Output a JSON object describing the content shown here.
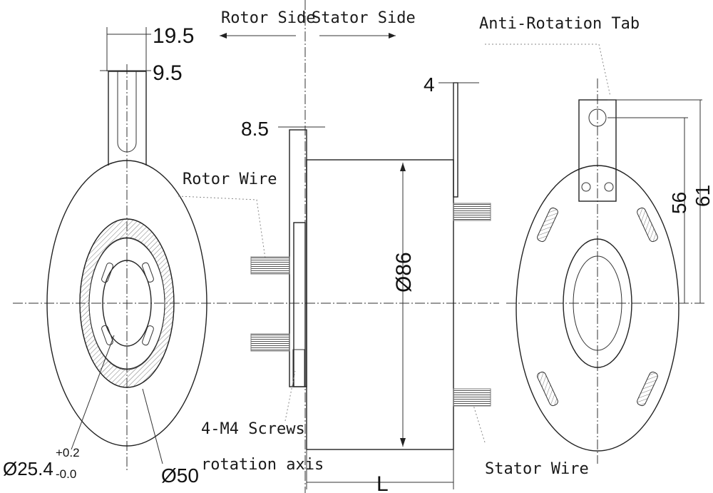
{
  "labels": {
    "rotor_side": "Rotor Side",
    "stator_side": "Stator Side",
    "anti_rotation_tab": "Anti-Rotation Tab",
    "rotor_wire": "Rotor Wire",
    "screws": "4-M4 Screws",
    "rotation_axis": "rotation axis",
    "stator_wire": "Stator Wire"
  },
  "dimensions": {
    "d19_5": "19.5",
    "d9_5": "9.5",
    "d8_5": "8.5",
    "d4": "4",
    "d86": "Ø86",
    "d56": "56",
    "d61": "61",
    "bore_main": "Ø25.4",
    "bore_tol_upper": "+0.2",
    "bore_tol_lower": "-0.0",
    "d50": "Ø50",
    "length": "L"
  }
}
